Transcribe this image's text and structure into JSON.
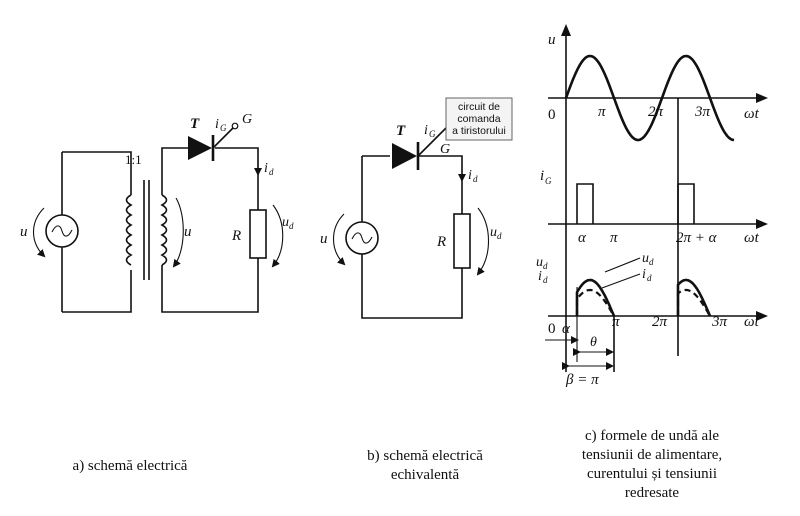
{
  "circuit_a": {
    "thyristor": "T",
    "gate_current": "i",
    "gate_current_sub": "G",
    "gate": "G",
    "ratio": "1:1",
    "load_current": "i",
    "load_current_sub": "d",
    "source_voltage": "u",
    "secondary_voltage": "u",
    "resistor": "R",
    "load_voltage": "u",
    "load_voltage_sub": "d",
    "caption": "a) schemă electrică"
  },
  "circuit_b": {
    "thyristor": "T",
    "gate_current": "i",
    "gate_current_sub": "G",
    "gate": "G",
    "command_box": [
      "circuit de",
      "comanda",
      "a tiristorului"
    ],
    "load_current": "i",
    "load_current_sub": "d",
    "source_voltage": "u",
    "resistor": "R",
    "load_voltage": "u",
    "load_voltage_sub": "d",
    "caption": [
      "b) schemă electrică",
      "echivalentă"
    ]
  },
  "waveforms": {
    "top": {
      "ylabel": "u",
      "xlabel": "ωt",
      "ticks": [
        "0",
        "π",
        "2π",
        "3π"
      ]
    },
    "middle": {
      "ylabel": "i",
      "ylabel_sub": "G",
      "xlabel": "ωt",
      "ticks": [
        "α",
        "π",
        "2π + α"
      ]
    },
    "bottom": {
      "ylabel1": "u",
      "ylabel1_sub": "d",
      "ylabel2": "i",
      "ylabel2_sub": "d",
      "curve_label1": "u",
      "curve_label1_sub": "d",
      "curve_label2": "i",
      "curve_label2_sub": "d",
      "xlabel": "ωt",
      "ticks": [
        "0",
        "α",
        "π",
        "2π",
        "3π"
      ],
      "theta": "θ",
      "beta": "β = π"
    },
    "caption": [
      "c) formele de undă ale",
      "tensiunii de alimentare,",
      "curentului și tensiunii",
      "redresate"
    ]
  }
}
